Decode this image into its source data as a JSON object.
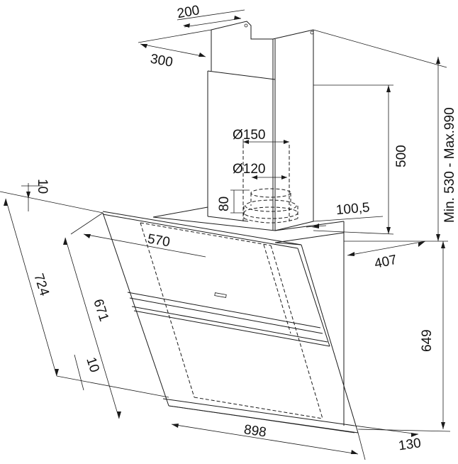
{
  "dimensions": {
    "d200": "200",
    "d300": "300",
    "dia150": "Ø150",
    "dia120": "Ø120",
    "d80": "80",
    "d100_5": "100,5",
    "d500": "500",
    "minmax": "Min. 530 - Max.990",
    "d407": "407",
    "d10_top": "10",
    "d570": "570",
    "d724": "724",
    "d671": "671",
    "d649": "649",
    "d10_bottom": "10",
    "d898": "898",
    "d130": "130"
  }
}
